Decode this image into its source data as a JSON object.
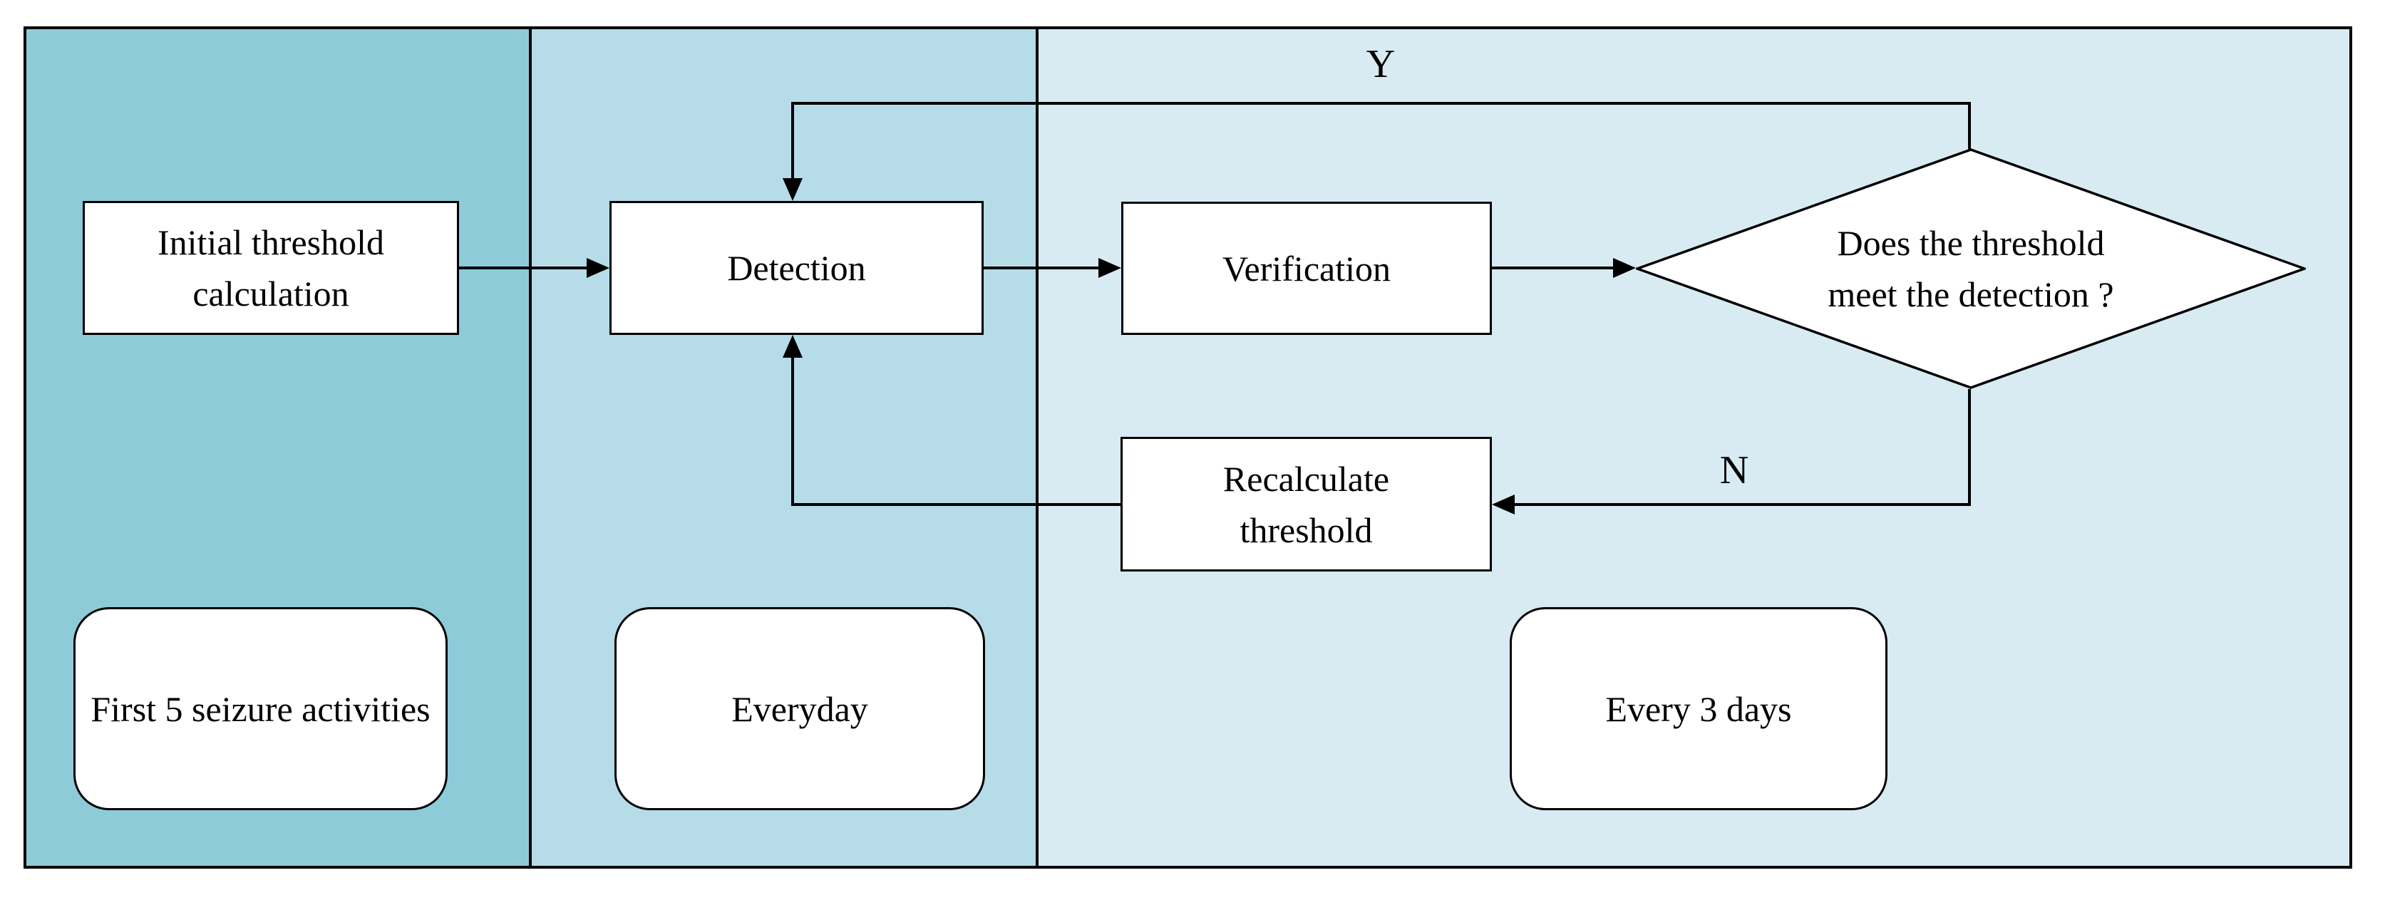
{
  "flowchart": {
    "lanes": [
      {
        "id": "lane-initial",
        "color": "#8ecbd9",
        "schedule_note": "First 5 seizure activities"
      },
      {
        "id": "lane-daily",
        "color": "#b5dce8",
        "schedule_note": "Everyday"
      },
      {
        "id": "lane-periodic",
        "color": "#d9ebf2",
        "schedule_note": "Every 3 days"
      }
    ],
    "nodes": {
      "initial": {
        "line1": "Initial threshold",
        "line2": "calculation"
      },
      "detection": {
        "text": "Detection"
      },
      "verification": {
        "text": "Verification"
      },
      "decision": {
        "line1": "Does the threshold",
        "line2": "meet the detection ?"
      },
      "recalculate": {
        "line1": "Recalculate",
        "line2": "threshold"
      }
    },
    "edge_labels": {
      "yes": "Y",
      "no": "N"
    },
    "colors": {
      "node_fill": "#ffffff",
      "line": "#000000",
      "lane_left": "#8ecbd9",
      "lane_middle": "#b5dce8",
      "lane_right": "#d9ebf2"
    }
  }
}
